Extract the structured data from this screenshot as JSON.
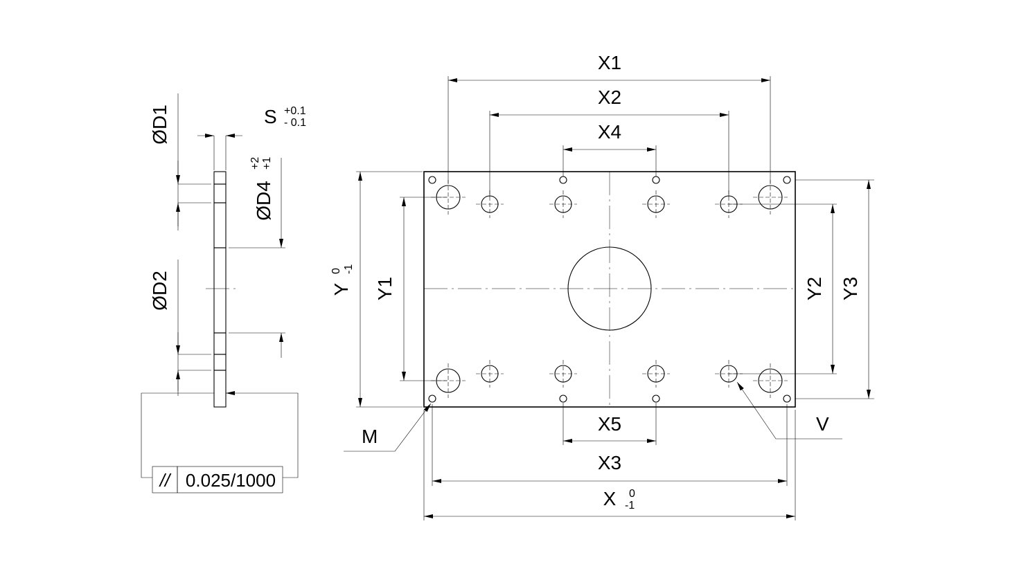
{
  "colors": {
    "line": "#000000",
    "background": "#ffffff"
  },
  "side_view": {
    "d1": "ØD1",
    "d2": "ØD2",
    "d4": "ØD4",
    "d4_tol_upper": "+2",
    "d4_tol_lower": "+1",
    "s": "S",
    "s_tol_upper": "+0.1",
    "s_tol_lower": "- 0.1",
    "parallelism_symbol": "//",
    "parallelism_value": "0.025/1000"
  },
  "plan_view": {
    "x1": "X1",
    "x2": "X2",
    "x3": "X3",
    "x4": "X4",
    "x5": "X5",
    "x": "X",
    "x_tol_upper": "0",
    "x_tol_lower": "-1",
    "y": "Y",
    "y_tol_upper": "0",
    "y_tol_lower": "-1",
    "y1": "Y1",
    "y2": "Y2",
    "y3": "Y3",
    "m": "M",
    "v": "V"
  }
}
